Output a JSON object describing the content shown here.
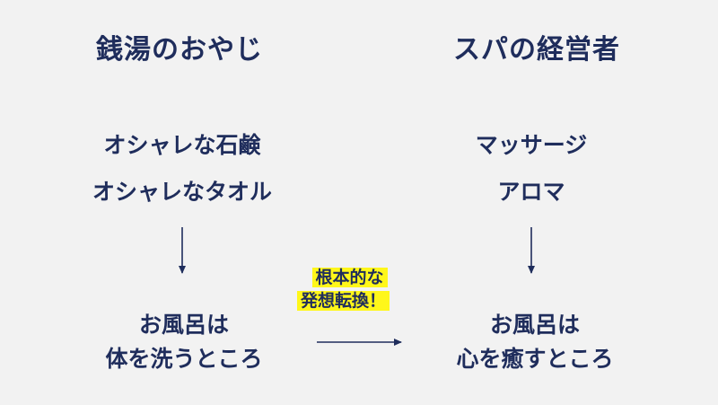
{
  "left": {
    "heading": "銭湯のおやじ",
    "items": [
      "オシャレな石鹸",
      "オシャレなタオル"
    ],
    "result": [
      "お風呂は",
      "体を洗うところ"
    ]
  },
  "right": {
    "heading": "スパの経営者",
    "items": [
      "マッサージ",
      "アロマ"
    ],
    "result": [
      "お風呂は",
      "心を癒すところ"
    ]
  },
  "callout": {
    "lines": [
      "根本的な",
      "発想転換！"
    ],
    "highlight_color": "#fff71a"
  },
  "colors": {
    "text": "#1f2d5c",
    "background": "#f2f2f2"
  }
}
